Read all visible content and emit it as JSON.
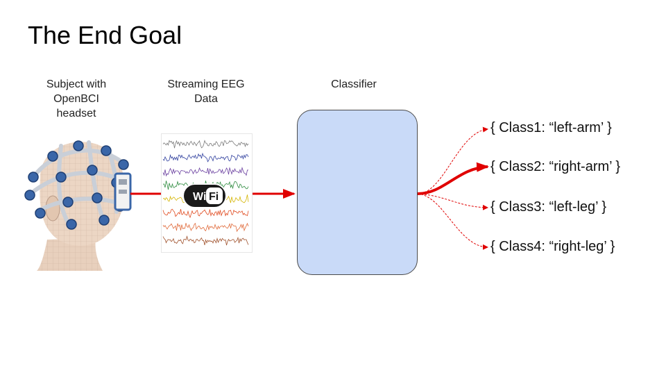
{
  "title": "The End Goal",
  "stage_labels": {
    "subject": "Subject with\nOpenBCI\nheadset",
    "streaming": "Streaming EEG\nData",
    "classifier": "Classifier"
  },
  "wifi_badge": {
    "left": "Wi",
    "right": "Fi"
  },
  "outputs": [
    {
      "text": "{ Class1: “left-arm’ }",
      "highlighted": false
    },
    {
      "text": "{ Class2: “right-arm’ }",
      "highlighted": true
    },
    {
      "text": "{ Class3: “left-leg’ }",
      "highlighted": false
    },
    {
      "text": "{ Class4: “right-leg’ }",
      "highlighted": false
    }
  ],
  "eeg_channels": [
    {
      "color": "#7a7a7a"
    },
    {
      "color": "#2f3f9e"
    },
    {
      "color": "#6a3fa0"
    },
    {
      "color": "#2e8b3f"
    },
    {
      "color": "#d4b400"
    },
    {
      "color": "#e04a1f"
    },
    {
      "color": "#e06a3a"
    },
    {
      "color": "#a0522d"
    }
  ],
  "colors": {
    "arrow": "#e00000",
    "classifier_fill": "#c9daf8",
    "classifier_border": "#4a4a4a",
    "headset_node": "#3a66a8",
    "headset_frame": "#c9cfd8",
    "skin": "#e8d0bd"
  }
}
